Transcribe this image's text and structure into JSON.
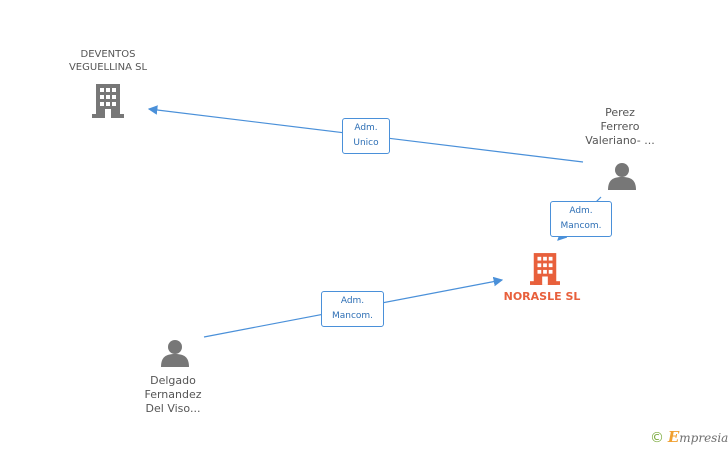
{
  "nodes": {
    "deventos": {
      "lines": [
        "DEVENTOS",
        "VEGUELLINA SL"
      ],
      "kind": "company"
    },
    "perez": {
      "lines": [
        "Perez",
        "Ferrero",
        "Valeriano- ..."
      ],
      "kind": "person"
    },
    "norasle": {
      "lines": [
        "NORASLE SL"
      ],
      "kind": "company-focus"
    },
    "delgado": {
      "lines": [
        "Delgado",
        "Fernandez",
        "Del Viso..."
      ],
      "kind": "person"
    }
  },
  "edges": [
    {
      "from": "perez",
      "to": "deventos",
      "label": [
        "Adm.",
        "Unico"
      ]
    },
    {
      "from": "perez",
      "to": "norasle",
      "label": [
        "Adm.",
        "Mancom."
      ]
    },
    {
      "from": "delgado",
      "to": "norasle",
      "label": [
        "Adm.",
        "Mancom."
      ]
    }
  ],
  "colors": {
    "edge": "#4a90d9",
    "company": "#777777",
    "focus": "#e8603c",
    "person": "#777777"
  },
  "footer": {
    "copyright": "©",
    "brand_initial": "E",
    "brand_rest": "mpresia"
  }
}
